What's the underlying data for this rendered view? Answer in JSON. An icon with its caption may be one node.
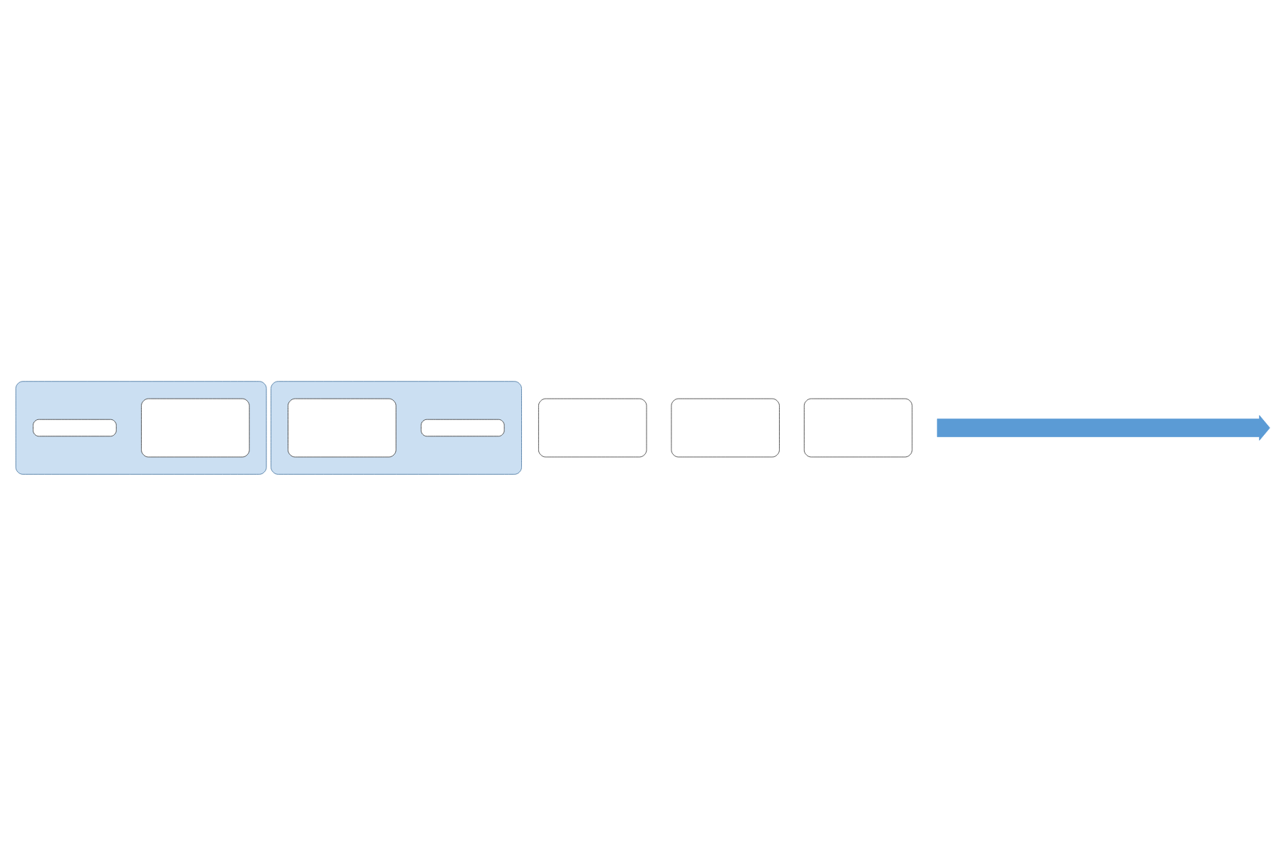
{
  "diagram": {
    "nodes": [
      {
        "text": [],
        "shape": "ellipse"
      },
      {
        "text": [],
        "shape": "box",
        "in": 0
      },
      {
        "text": [],
        "shape": "bar",
        "in": 0
      },
      {
        "text": [],
        "shape": "ellipse"
      },
      {
        "text": [],
        "shape": "box"
      },
      {
        "text": [],
        "shape": "box"
      },
      {
        "text": [],
        "shape": "bar",
        "in": 3
      },
      {
        "text": [],
        "shape": "box",
        "in": 3
      },
      {
        "text": [],
        "shape": "box"
      },
      {
        "text": [],
        "shape": "arrow"
      }
    ],
    "edges": []
  }
}
